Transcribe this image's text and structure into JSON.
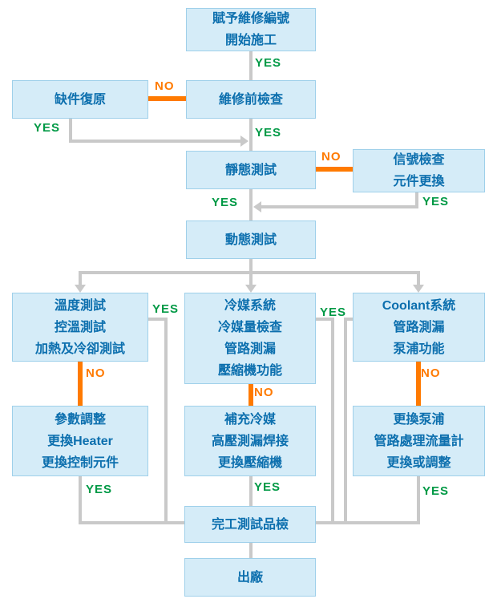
{
  "labels": {
    "yes": "YES",
    "no": "NO"
  },
  "colors": {
    "box_fill": "#d5ecf8",
    "box_border": "#9fd0ea",
    "box_text": "#0c6fae",
    "yes_green": "#009945",
    "no_orange": "#ff7a00",
    "line_gray": "#c9c9c9"
  },
  "boxes": {
    "assign": {
      "lines": [
        "賦予維修編號",
        "開始施工"
      ]
    },
    "missing_parts": {
      "lines": [
        "缺件復原"
      ]
    },
    "pre_check": {
      "lines": [
        "維修前檢查"
      ]
    },
    "static_test": {
      "lines": [
        "靜態測試"
      ]
    },
    "signal_check": {
      "lines": [
        "信號檢查",
        "元件更換"
      ]
    },
    "dynamic_test": {
      "lines": [
        "動態測試"
      ]
    },
    "temp_test": {
      "lines": [
        "溫度測試",
        "控溫測試",
        "加熱及冷卻測試"
      ]
    },
    "refrigerant": {
      "lines": [
        "冷媒系統",
        "冷媒量檢查",
        "管路測漏",
        "壓縮機功能"
      ]
    },
    "coolant": {
      "lines": [
        "Coolant系統",
        "管路測漏",
        "泵浦功能"
      ]
    },
    "param_adjust": {
      "lines": [
        "參數調整",
        "更換Heater",
        "更換控制元件"
      ]
    },
    "refill": {
      "lines": [
        "補充冷媒",
        "高壓測漏焊接",
        "更換壓縮機"
      ]
    },
    "pump": {
      "lines": [
        "更換泵浦",
        "管路處理流量計",
        "更換或調整"
      ]
    },
    "final_qc": {
      "lines": [
        "完工測試品檢"
      ]
    },
    "ship": {
      "lines": [
        "出廠"
      ]
    }
  },
  "edges": [
    {
      "from": "assign",
      "to": "pre_check",
      "label": "YES"
    },
    {
      "from": "pre_check",
      "to": "missing_parts",
      "label": "NO"
    },
    {
      "from": "missing_parts",
      "to": "static_test",
      "label": "YES"
    },
    {
      "from": "pre_check",
      "to": "static_test",
      "label": "YES"
    },
    {
      "from": "static_test",
      "to": "signal_check",
      "label": "NO"
    },
    {
      "from": "signal_check",
      "to": "dynamic_test",
      "label": "YES"
    },
    {
      "from": "static_test",
      "to": "dynamic_test",
      "label": "YES"
    },
    {
      "from": "dynamic_test",
      "to": "temp_test",
      "label": ""
    },
    {
      "from": "dynamic_test",
      "to": "refrigerant",
      "label": ""
    },
    {
      "from": "dynamic_test",
      "to": "coolant",
      "label": ""
    },
    {
      "from": "temp_test",
      "to": "final_qc",
      "label": "YES"
    },
    {
      "from": "temp_test",
      "to": "param_adjust",
      "label": "NO"
    },
    {
      "from": "refrigerant",
      "to": "final_qc",
      "label": "YES"
    },
    {
      "from": "refrigerant",
      "to": "refill",
      "label": "NO"
    },
    {
      "from": "coolant",
      "to": "final_qc",
      "label": "YES"
    },
    {
      "from": "coolant",
      "to": "pump",
      "label": "NO"
    },
    {
      "from": "param_adjust",
      "to": "final_qc",
      "label": "YES"
    },
    {
      "from": "refill",
      "to": "final_qc",
      "label": "YES"
    },
    {
      "from": "pump",
      "to": "final_qc",
      "label": "YES"
    },
    {
      "from": "final_qc",
      "to": "ship",
      "label": ""
    }
  ]
}
